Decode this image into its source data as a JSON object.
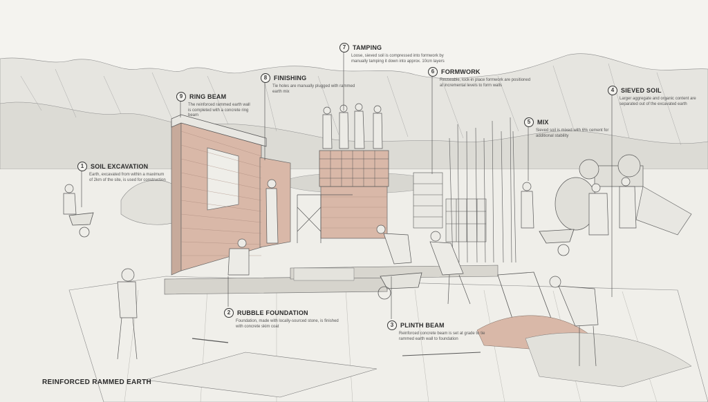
{
  "title": "REINFORCED RAMMED EARTH",
  "colors": {
    "background": "#f4f3ef",
    "rammed_earth": "#d9b8a8",
    "line": "#555555"
  },
  "callouts": [
    {
      "num": "1",
      "title": "SOIL EXCAVATION",
      "desc": "Earth, excavated from within a maximum of 2km of the site, is used for construction"
    },
    {
      "num": "2",
      "title": "RUBBLE FOUNDATION",
      "desc": "Foundation, made with locally-sourced stone, is finished with concrete skim coat"
    },
    {
      "num": "3",
      "title": "PLINTH BEAM",
      "desc": "Reinforced concrete beam is set at grade to tie rammed earth wall to foundation"
    },
    {
      "num": "4",
      "title": "SIEVED SOIL",
      "desc": "Larger aggregate and organic content are separated out of the excavated earth"
    },
    {
      "num": "5",
      "title": "MIX",
      "desc": "Sieved soil is mixed with 6% cement for additional stability"
    },
    {
      "num": "6",
      "title": "FORMWORK",
      "desc": "Reuseable, lock-in place formwork are positioned at incremental levels to form walls"
    },
    {
      "num": "7",
      "title": "TAMPING",
      "desc": "Loose, sieved soil is compressed into formwork by manually tamping it down into approx. 10cm layers"
    },
    {
      "num": "8",
      "title": "FINISHING",
      "desc": "Tie holes are manually plugged with rammed earth mix"
    },
    {
      "num": "9",
      "title": "RING BEAM",
      "desc": "The reinforced rammed earth wall is completed with a concrete ring beam"
    }
  ]
}
